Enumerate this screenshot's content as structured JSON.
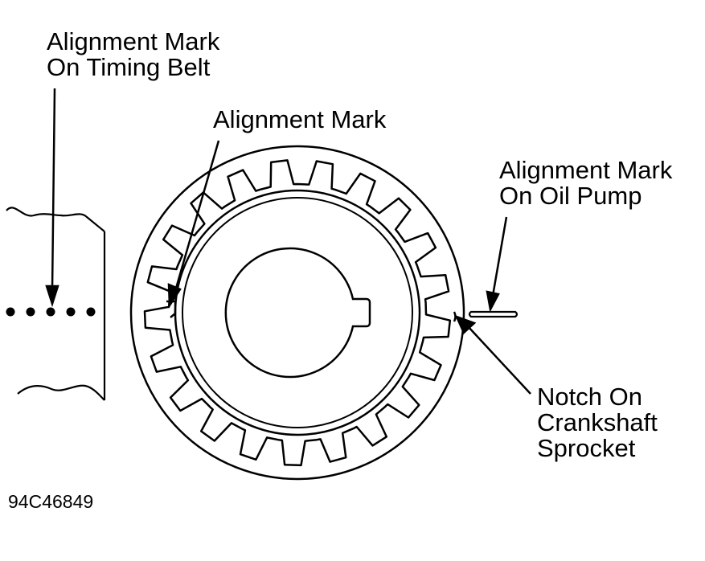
{
  "labels": {
    "belt_mark": {
      "line1": "Alignment Mark",
      "line2": "On Timing Belt"
    },
    "sprocket_mark": {
      "line1": "Alignment Mark"
    },
    "oil_pump_mark": {
      "line1": "Alignment Mark",
      "line2": "On Oil Pump"
    },
    "notch": {
      "line1": "Notch On",
      "line2": "Crankshaft",
      "line3": "Sprocket"
    }
  },
  "figure_id": "94C46849",
  "colors": {
    "ink": "#000000",
    "background": "#ffffff"
  },
  "sprocket": {
    "tooth_count": 21
  }
}
